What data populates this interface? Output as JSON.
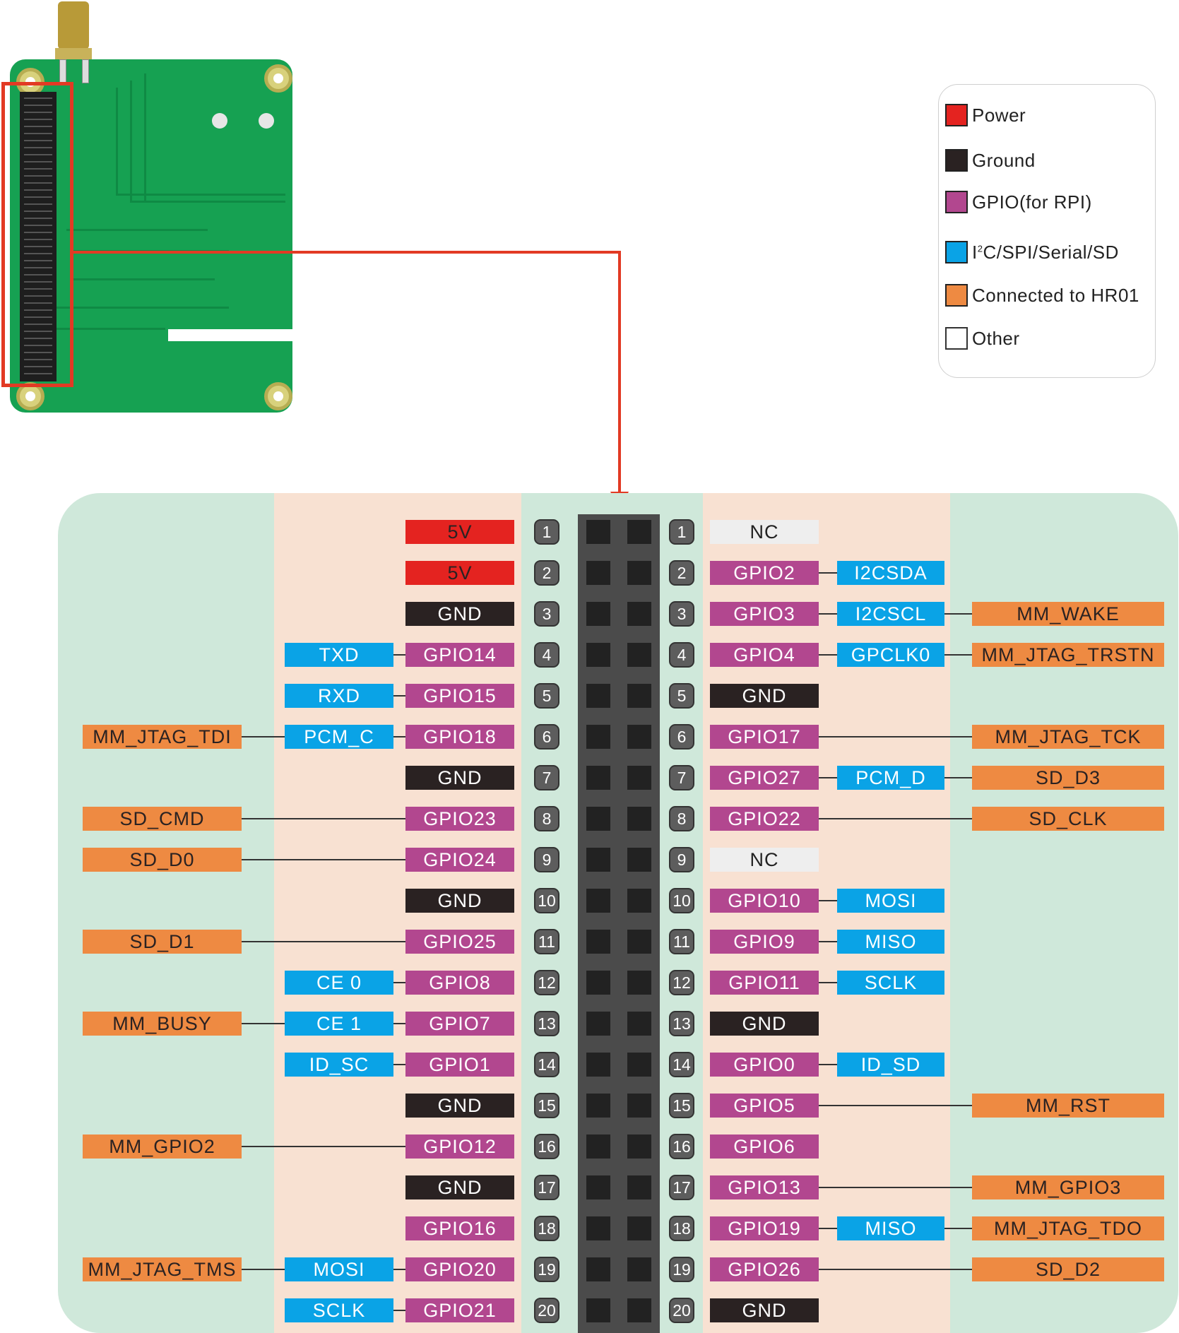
{
  "colors": {
    "power": "#e42320",
    "ground": "#2a2222",
    "gpio": "#b2478f",
    "interface": "#0aa3e6",
    "hr01": "#ee8a42",
    "other": "#ffffff",
    "nc": "#eeeeee",
    "arrow": "#e23a24",
    "board": "#16a152"
  },
  "legend": [
    {
      "key": "power",
      "label": "Power",
      "color": "#e42320"
    },
    {
      "key": "ground",
      "label": "Ground",
      "color": "#2a2222"
    },
    {
      "key": "gpio",
      "label": "GPIO(for RPI)",
      "color": "#b2478f"
    },
    {
      "key": "interface",
      "label_prefix": "I",
      "label_sup": "2",
      "label_suffix": "C/SPI/Serial/SD",
      "color": "#0aa3e6"
    },
    {
      "key": "hr01",
      "label": "Connected to HR01",
      "color": "#ee8a42"
    },
    {
      "key": "other",
      "label": "Other",
      "color": "#ffffff"
    }
  ],
  "left_pins": [
    {
      "num": "1",
      "name": "5V",
      "type": "power",
      "iface": "",
      "hr": ""
    },
    {
      "num": "2",
      "name": "5V",
      "type": "power",
      "iface": "",
      "hr": ""
    },
    {
      "num": "3",
      "name": "GND",
      "type": "ground",
      "iface": "",
      "hr": ""
    },
    {
      "num": "4",
      "name": "GPIO14",
      "type": "gpio",
      "iface": "TXD",
      "hr": ""
    },
    {
      "num": "5",
      "name": "GPIO15",
      "type": "gpio",
      "iface": "RXD",
      "hr": ""
    },
    {
      "num": "6",
      "name": "GPIO18",
      "type": "gpio",
      "iface": "PCM_C",
      "hr": "MM_JTAG_TDI"
    },
    {
      "num": "7",
      "name": "GND",
      "type": "ground",
      "iface": "",
      "hr": ""
    },
    {
      "num": "8",
      "name": "GPIO23",
      "type": "gpio",
      "iface": "",
      "hr": "SD_CMD"
    },
    {
      "num": "9",
      "name": "GPIO24",
      "type": "gpio",
      "iface": "",
      "hr": "SD_D0"
    },
    {
      "num": "10",
      "name": "GND",
      "type": "ground",
      "iface": "",
      "hr": ""
    },
    {
      "num": "11",
      "name": "GPIO25",
      "type": "gpio",
      "iface": "",
      "hr": "SD_D1"
    },
    {
      "num": "12",
      "name": "GPIO8",
      "type": "gpio",
      "iface": "CE 0",
      "hr": ""
    },
    {
      "num": "13",
      "name": "GPIO7",
      "type": "gpio",
      "iface": "CE 1",
      "hr": "MM_BUSY"
    },
    {
      "num": "14",
      "name": "GPIO1",
      "type": "gpio",
      "iface": "ID_SC",
      "hr": ""
    },
    {
      "num": "15",
      "name": "GND",
      "type": "ground",
      "iface": "",
      "hr": ""
    },
    {
      "num": "16",
      "name": "GPIO12",
      "type": "gpio",
      "iface": "",
      "hr": "MM_GPIO2"
    },
    {
      "num": "17",
      "name": "GND",
      "type": "ground",
      "iface": "",
      "hr": ""
    },
    {
      "num": "18",
      "name": "GPIO16",
      "type": "gpio",
      "iface": "",
      "hr": ""
    },
    {
      "num": "19",
      "name": "GPIO20",
      "type": "gpio",
      "iface": "MOSI",
      "hr": "MM_JTAG_TMS"
    },
    {
      "num": "20",
      "name": "GPIO21",
      "type": "gpio",
      "iface": "SCLK",
      "hr": ""
    }
  ],
  "right_pins": [
    {
      "num": "1",
      "name": "NC",
      "type": "nc",
      "iface": "",
      "hr": ""
    },
    {
      "num": "2",
      "name": "GPIO2",
      "type": "gpio",
      "iface": "I2CSDA",
      "hr": ""
    },
    {
      "num": "3",
      "name": "GPIO3",
      "type": "gpio",
      "iface": "I2CSCL",
      "hr": "MM_WAKE"
    },
    {
      "num": "4",
      "name": "GPIO4",
      "type": "gpio",
      "iface": "GPCLK0",
      "hr": "MM_JTAG_TRSTN"
    },
    {
      "num": "5",
      "name": "GND",
      "type": "ground",
      "iface": "",
      "hr": ""
    },
    {
      "num": "6",
      "name": "GPIO17",
      "type": "gpio",
      "iface": "",
      "hr": "MM_JTAG_TCK"
    },
    {
      "num": "7",
      "name": "GPIO27",
      "type": "gpio",
      "iface": "PCM_D",
      "hr": "SD_D3"
    },
    {
      "num": "8",
      "name": "GPIO22",
      "type": "gpio",
      "iface": "",
      "hr": "SD_CLK"
    },
    {
      "num": "9",
      "name": "NC",
      "type": "nc",
      "iface": "",
      "hr": ""
    },
    {
      "num": "10",
      "name": "GPIO10",
      "type": "gpio",
      "iface": "MOSI",
      "hr": ""
    },
    {
      "num": "11",
      "name": "GPIO9",
      "type": "gpio",
      "iface": "MISO",
      "hr": ""
    },
    {
      "num": "12",
      "name": "GPIO11",
      "type": "gpio",
      "iface": "SCLK",
      "hr": ""
    },
    {
      "num": "13",
      "name": "GND",
      "type": "ground",
      "iface": "",
      "hr": ""
    },
    {
      "num": "14",
      "name": "GPIO0",
      "type": "gpio",
      "iface": "ID_SD",
      "hr": ""
    },
    {
      "num": "15",
      "name": "GPIO5",
      "type": "gpio",
      "iface": "",
      "hr": "MM_RST"
    },
    {
      "num": "16",
      "name": "GPIO6",
      "type": "gpio",
      "iface": "",
      "hr": ""
    },
    {
      "num": "17",
      "name": "GPIO13",
      "type": "gpio",
      "iface": "",
      "hr": "MM_GPIO3"
    },
    {
      "num": "18",
      "name": "GPIO19",
      "type": "gpio",
      "iface": "MISO",
      "hr": "MM_JTAG_TDO"
    },
    {
      "num": "19",
      "name": "GPIO26",
      "type": "gpio",
      "iface": "",
      "hr": "SD_D2"
    },
    {
      "num": "20",
      "name": "GND",
      "type": "ground",
      "iface": "",
      "hr": ""
    }
  ]
}
